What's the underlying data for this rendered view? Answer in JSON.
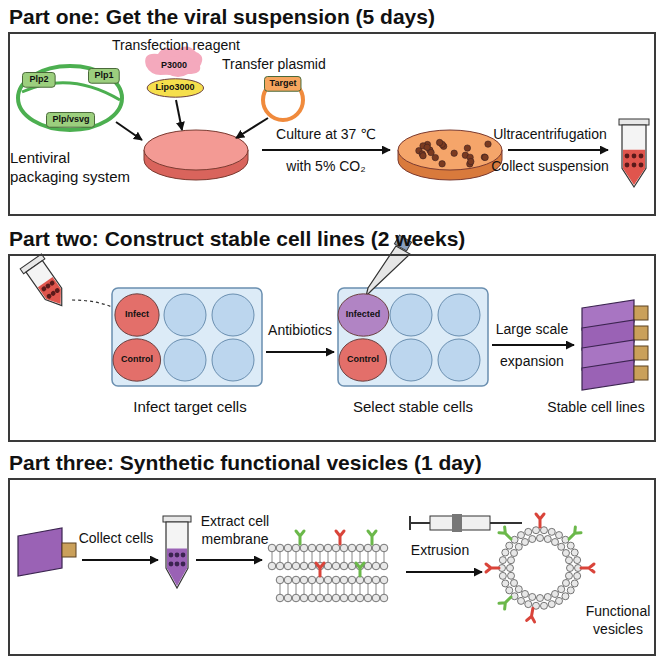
{
  "diagram": {
    "nodes": [
      {
        "text": [
          "Part one: Get the viral suspension (5 days)"
        ]
      },
      {
        "text": [
          "Plp2"
        ],
        "in": 0
      },
      {
        "text": [
          "Plp1"
        ],
        "in": 0
      },
      {
        "text": [
          "Plp/vsvg"
        ],
        "in": 0
      },
      {
        "text": [
          "P3000"
        ],
        "in": 0
      },
      {
        "text": [
          "Lipo3000"
        ],
        "in": 0
      },
      {
        "text": [
          "Target"
        ],
        "in": 0
      },
      {
        "text": [
          "Part two: Construct stable cell lines (2 weeks)"
        ]
      },
      {
        "text": [
          "Infect"
        ],
        "in": 7
      },
      {
        "text": [
          "Control"
        ],
        "in": 7
      },
      {
        "text": [
          "Infected"
        ],
        "in": 7
      },
      {
        "text": [
          "Control"
        ],
        "in": 7
      },
      {
        "text": [
          "Part three: Synthetic functional vesicles (1 day)"
        ]
      }
    ],
    "labels": [
      "Transfection reagent",
      "Transfer plasmid",
      "Lentiviral packaging system",
      "Culture at 37 ℃ with 5% CO₂",
      "Ultracentrifugation Collect suspension",
      "Antibiotics",
      "Large scale expansion",
      "Infect target cells",
      "Select stable cells",
      "Stable cell lines",
      "Collect cells",
      "Extract cell membrane",
      "Extrusion",
      "Functional vesicles"
    ]
  }
}
